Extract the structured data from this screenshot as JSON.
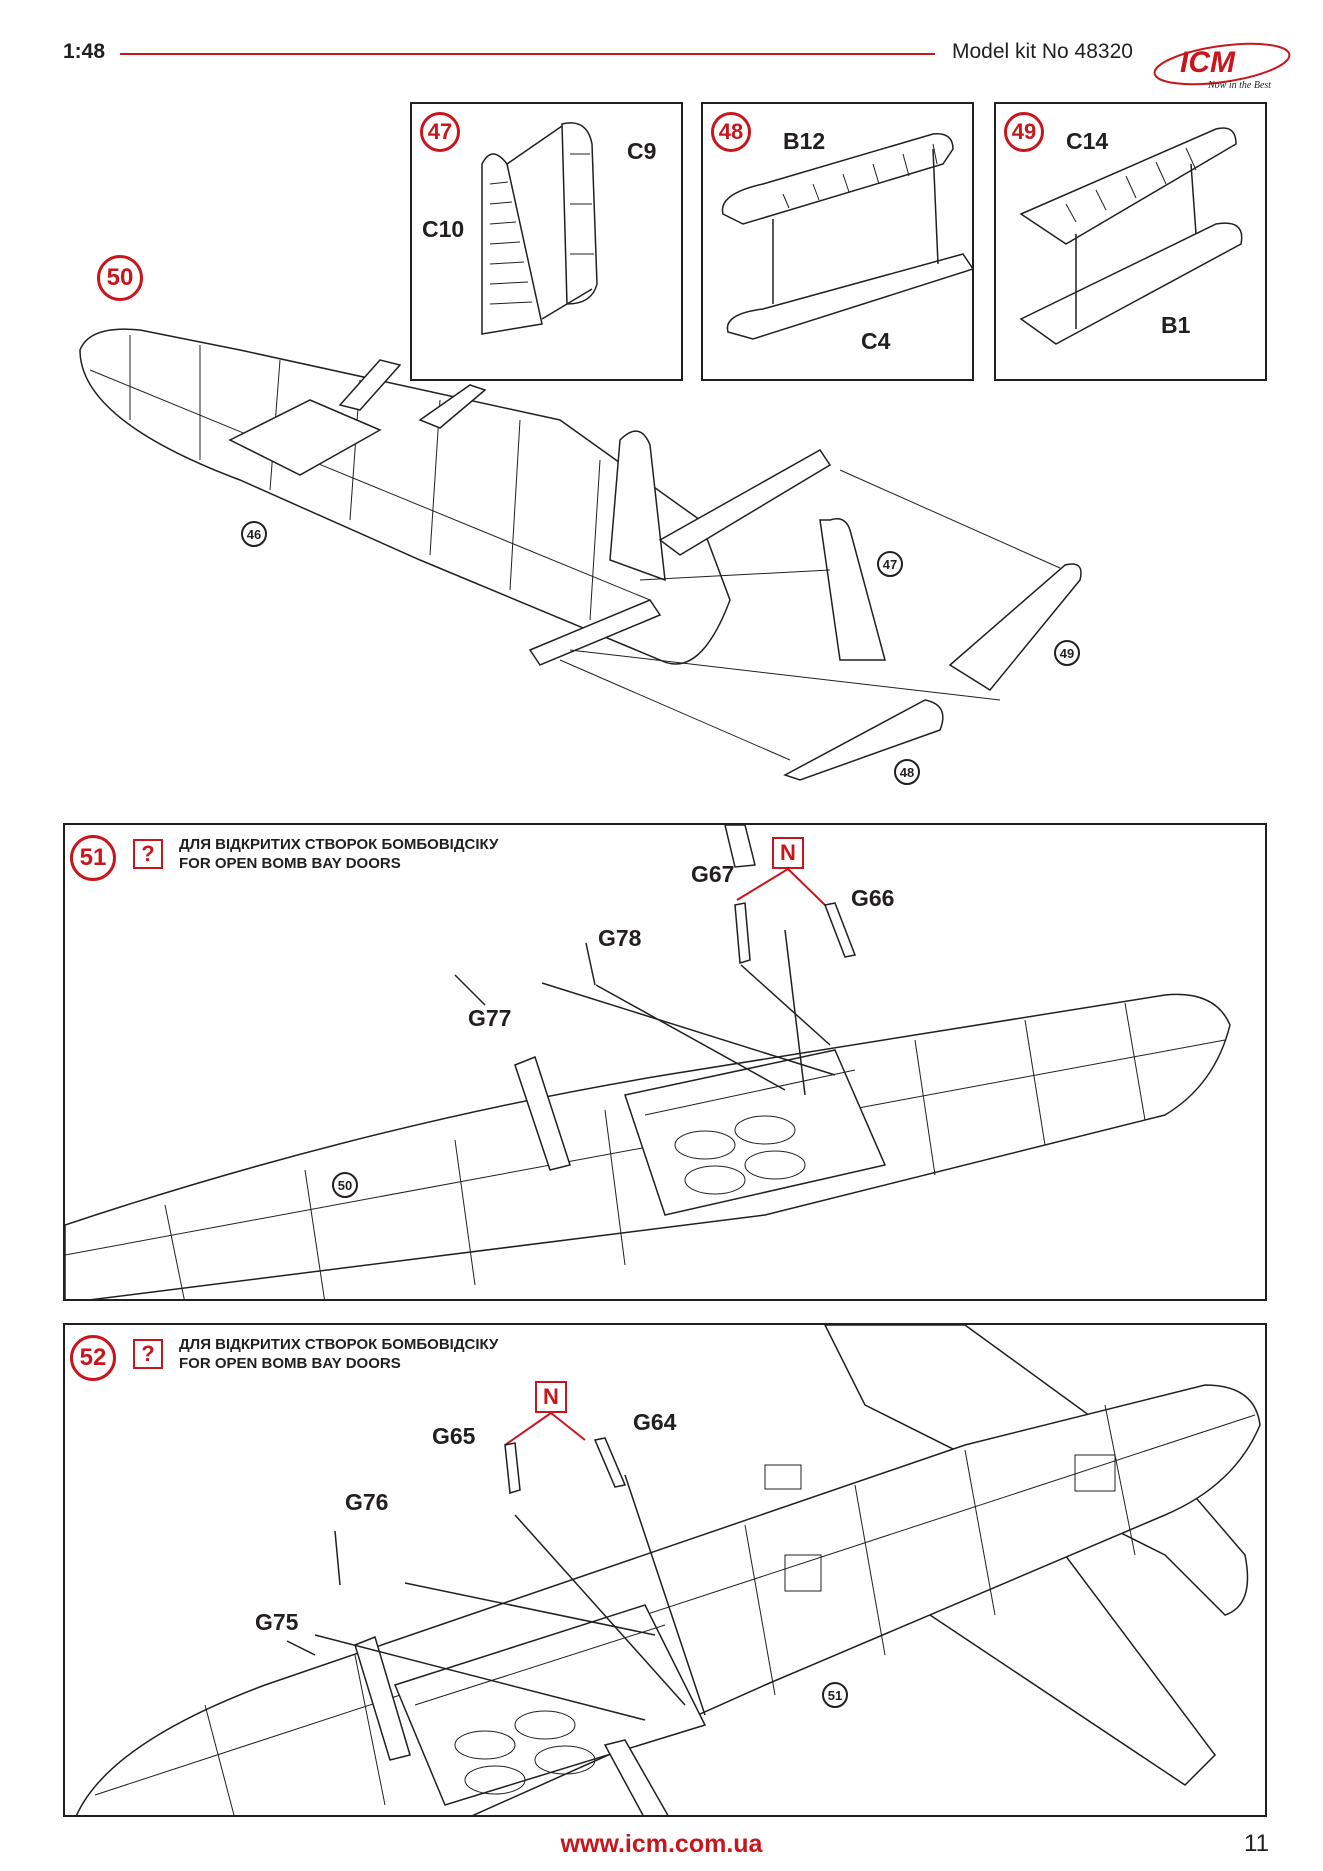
{
  "header": {
    "scale": "1:48",
    "kit_number": "Model kit No 48320",
    "logo_text": "ICM",
    "logo_tagline": "Now in the Best"
  },
  "steps": {
    "s47": {
      "number": "47",
      "parts": [
        "C9",
        "C10"
      ]
    },
    "s48": {
      "number": "48",
      "parts": [
        "B12",
        "C4"
      ]
    },
    "s49": {
      "number": "49",
      "parts": [
        "C14",
        "B1"
      ]
    },
    "s50": {
      "number": "50",
      "refs": [
        "46",
        "47",
        "49",
        "48"
      ]
    },
    "s51": {
      "number": "51",
      "question": "?",
      "note_ua": "ДЛЯ ВІДКРИТИХ СТВОРОК БОМБОВІДСІКУ",
      "note_en": "FOR OPEN BOMB BAY DOORS",
      "n_mark": "N",
      "parts": [
        "G67",
        "G66",
        "G78",
        "G77"
      ],
      "ref": "50"
    },
    "s52": {
      "number": "52",
      "question": "?",
      "note_ua": "ДЛЯ ВІДКРИТИХ СТВОРОК БОМБОВІДСІКУ",
      "note_en": "FOR OPEN BOMB BAY DOORS",
      "n_mark": "N",
      "parts": [
        "G65",
        "G64",
        "G76",
        "G75"
      ],
      "ref": "51"
    }
  },
  "footer": {
    "url": "www.icm.com.ua",
    "page": "11"
  },
  "colors": {
    "accent": "#c8161d",
    "ink": "#231f20"
  }
}
